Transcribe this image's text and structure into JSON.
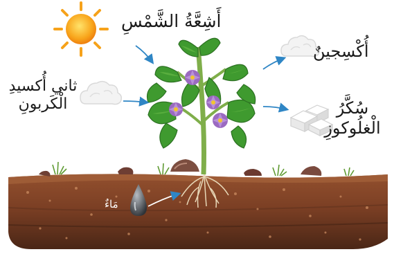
{
  "labels": {
    "sunlight": "أَشِعَّةُ الشَّمْسِ",
    "oxygen": "أُكْسِجينٌ",
    "carbon_dioxide_line1": "ثاني أُكسيدِ",
    "carbon_dioxide_line2": "الْكَربونِ",
    "glucose_line1": "سُكَّرُ",
    "glucose_line2": "الْغلُوكوزِ",
    "water": "مَاءٌ"
  },
  "icons": [
    "sun-icon",
    "cloud-icon",
    "sugar-cubes-icon",
    "water-drop-icon",
    "plant-icon",
    "rock-icon"
  ],
  "colors": {
    "arrow": "#2f86c5",
    "soil_top": "#8a4a2c",
    "soil_dark": "#4b2717",
    "leaf": "#3f9a2f",
    "flower": "#9b6ac1",
    "sun": "#f6a21a"
  }
}
